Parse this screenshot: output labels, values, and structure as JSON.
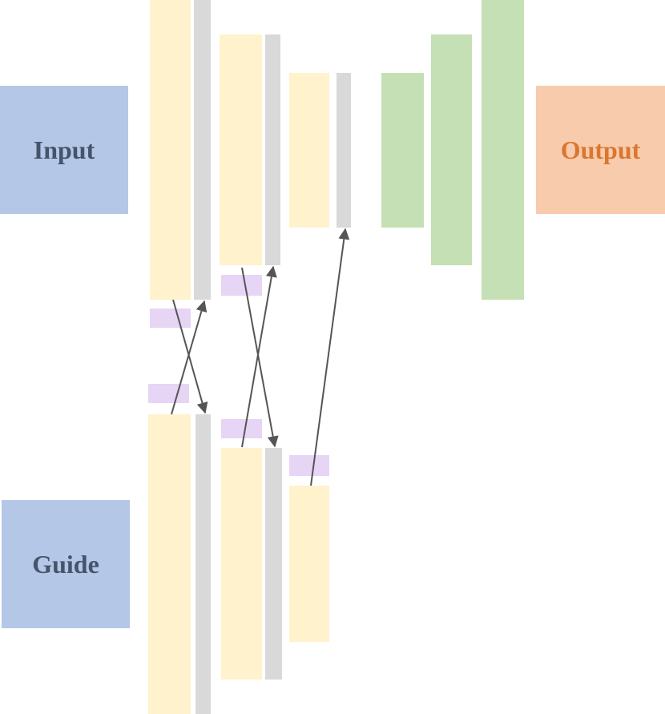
{
  "labels": {
    "input": "Input",
    "guide": "Guide",
    "output": "Output"
  },
  "colors": {
    "input_box": "#b4c7e7",
    "guide_box": "#b4c7e7",
    "output_box": "#f8cbad",
    "io_text": "#44546a",
    "output_text": "#d9772f",
    "encoder": "#fff2cc",
    "gate": "#d9d9d9",
    "fusion": "#e6d5f5",
    "decoder": "#c5e0b4",
    "arrow": "#555555"
  }
}
